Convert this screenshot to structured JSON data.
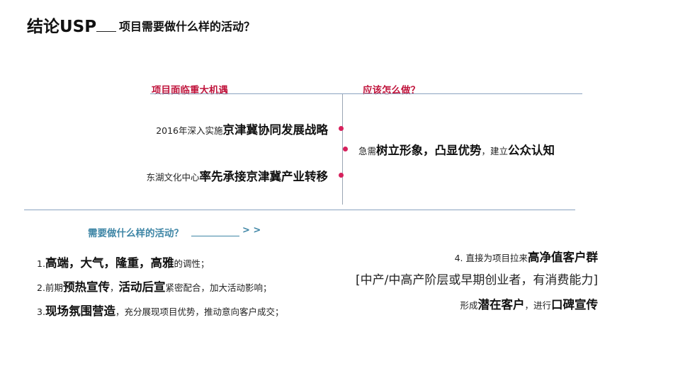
{
  "header": {
    "title": "结论USP",
    "subtitle": "项目需要做什么样的活动？"
  },
  "opportunity": {
    "title": "项目面临重大机遇",
    "items": [
      {
        "prefix": "2016年深入实施",
        "highlight": "京津冀协同发展战略"
      },
      {
        "prefix": "东湖文化中心",
        "highlight": "率先承接京津冀产业转移"
      }
    ]
  },
  "action": {
    "title": "应该怎么做？",
    "parts": [
      "急需",
      "树立形象，凸显优势",
      "，建立",
      "公众认知"
    ]
  },
  "activities": {
    "title": "需要做什么样的活动？",
    "arrows": "> >",
    "left_items": [
      {
        "parts": [
          "1.",
          "高端，大气，隆重，高雅",
          "的调性；"
        ]
      },
      {
        "parts": [
          "2.前期",
          "预热宣传",
          "，",
          "活动后宣",
          "紧密配合，加大活动影响；"
        ]
      },
      {
        "parts": [
          "3.",
          "现场氛围营造",
          "，充分展现项目优势，推动意向客户成交；"
        ]
      }
    ],
    "right": {
      "line1": [
        "4. 直接为项目拉来",
        "高净值客户群"
      ],
      "line2": "[中产/中高产阶层或早期创业者，有消费能力]",
      "line3": [
        "形成",
        "潜在客户",
        "，进行",
        "口碑宣传"
      ]
    }
  }
}
